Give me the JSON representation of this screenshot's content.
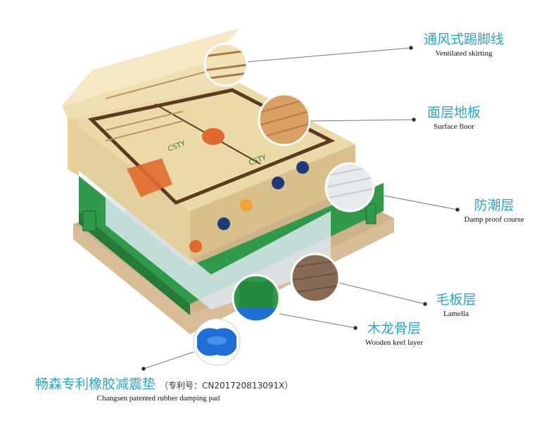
{
  "brand_text": "CSTY",
  "callouts": [
    {
      "cn": "通风式踢脚线",
      "en": "Ventilated skirting"
    },
    {
      "cn": "面层地板",
      "en": "Surface floor"
    },
    {
      "cn": "防潮层",
      "en": "Damp proof course"
    },
    {
      "cn": "毛板层",
      "en": "Lamella"
    },
    {
      "cn": "木龙骨层",
      "en": "Wooden keel layer"
    },
    {
      "cn": "畅森专利橡胶减震垫",
      "patent": "（专利号：CN201720813091X）",
      "en": "Changsen patented rubber damping pad"
    }
  ],
  "colors": {
    "accent": "#2aa6c7",
    "wood": "#ecd9a8",
    "pad_green": "#2f9a4a",
    "pad_blue": "#1e6fd6",
    "court_orange": "#e06a2c"
  }
}
